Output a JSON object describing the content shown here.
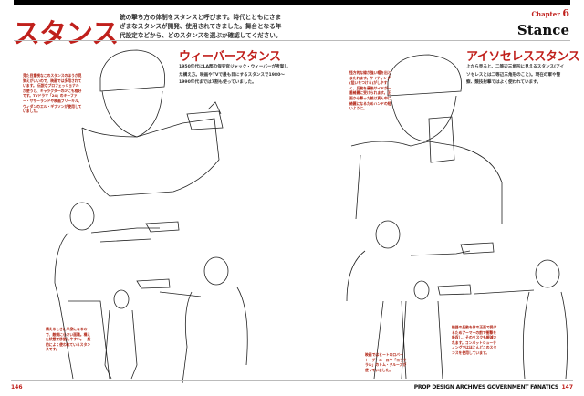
{
  "header": {
    "title": "スタンス",
    "intro": "銃の撃ち方の体制をスタンスと呼びます。時代とともにさまざまなスタンスが開発、使用されてきました。舞台となる年代設定などから、どのスタンスを選ぶか確認してください。",
    "chapter_label": "Chapter",
    "chapter_number": "6",
    "section_title": "Stance"
  },
  "weaver": {
    "heading": "ウィーバースタンス",
    "description": "1950年代にLA郡の保安官ジャック・ウィーバーが考案した構え方。映画やTVで最も目にするスタンスで1980～1990年代までは7割も使っていました。",
    "note_top": "見た目重視なこのスタンスのほうが見栄えがいいので、映画では多用されています。 伝説なプロフェッショナルが使うと、キャラクターの少にも格好です。TVドラマ「24」のキーファー・サザーランドや映画ブリーキル、ウィダンのエル・ギブソンが使用していました。",
    "note_bottom": "構えるときに半身になるので、敵側に小さい面積。構えた状態で移動しやすい。一般的によく使われているスタンスです。"
  },
  "isosceles": {
    "heading": "アイソセレススタンス",
    "description": "上から見ると、二等辺三角形に見えるスタンス(アイソセレスとは二等辺三角形のこと)。現在の軍や警察、競技射撃ではよく使われています。",
    "note_top": "怪方的な線が強い帽を出とまたれます。サイティング(狙いをつける)がしやすく、反動を最後サイドが一番綺麗に受けられます。正面から撃った銃は真ん中に綺麗になるためハンドの短いように。",
    "note_bottom_left": "映画ではヒートのロバート・デ・ニーロや「コラテラル」のトム・クルーズが使っていました。",
    "note_bottom_right": "銃器の反動を体の正面で受けるためアーマーの前で衝撃を吸収し、そのリスクも軽減されます。コンバットシューティングではほとんどこのスタンスを使用しています。"
  },
  "footer": {
    "page_left": "146",
    "series": "PROP DESIGN ARCHIVES GOVERNMENT FANATICS",
    "page_right": "147"
  },
  "colors": {
    "accent": "#c0201c",
    "bar": "#000000"
  }
}
